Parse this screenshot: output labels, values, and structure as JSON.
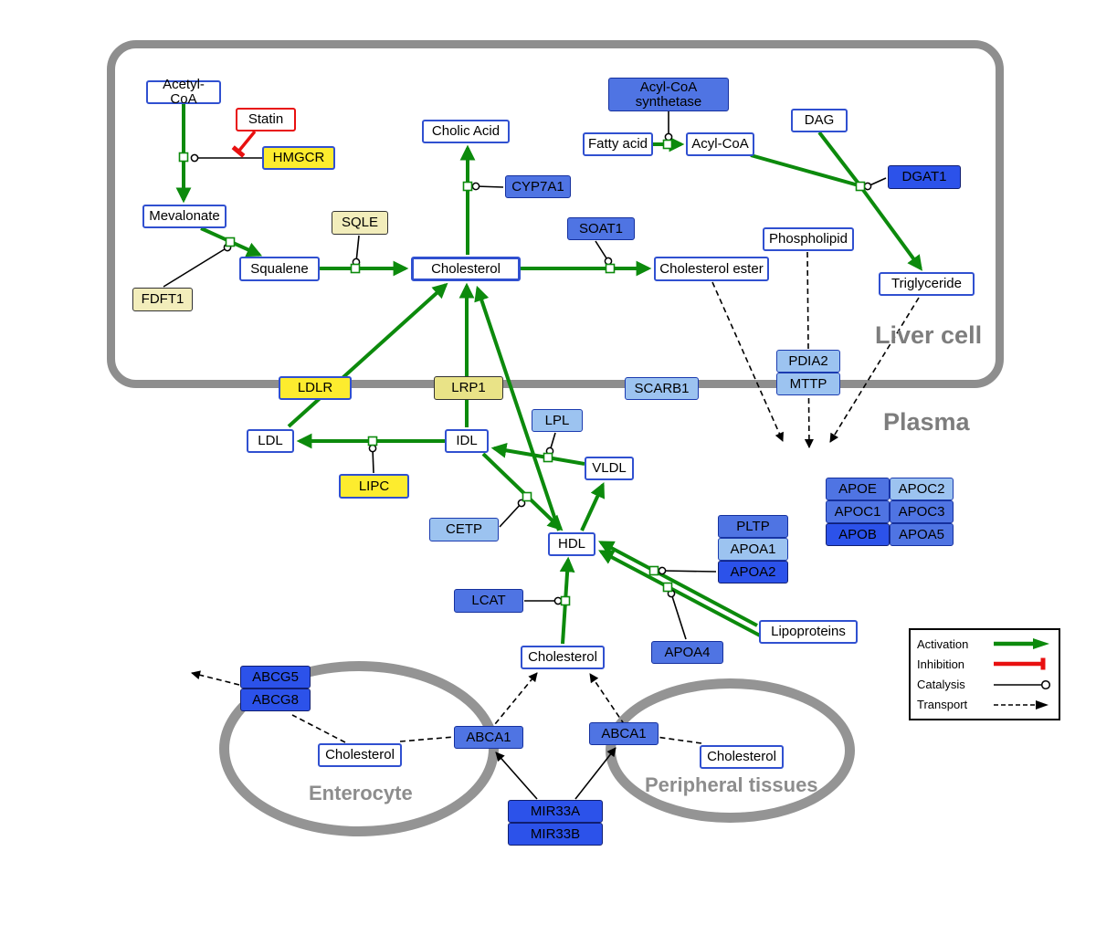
{
  "compartments": {
    "liver_label": "Liver cell",
    "plasma_label": "Plasma",
    "enterocyte_label": "Enterocyte",
    "peripheral_label": "Peripheral tissues"
  },
  "nodes": {
    "acetyl_coa": "Acetyl-CoA",
    "statin": "Statin",
    "hmgcr": "HMGCR",
    "mevalonate": "Mevalonate",
    "sqle": "SQLE",
    "fdft1": "FDFT1",
    "squalene": "Squalene",
    "cholesterol_liver": "Cholesterol",
    "cholic_acid": "Cholic Acid",
    "cyp7a1": "CYP7A1",
    "soat1": "SOAT1",
    "cholesterol_ester": "Cholesterol ester",
    "acyl_coa_synthetase": "Acyl-CoA synthetase",
    "fatty_acid": "Fatty acid",
    "acyl_coa": "Acyl-CoA",
    "dag": "DAG",
    "dgat1": "DGAT1",
    "phospholipid": "Phospholipid",
    "triglyceride": "Triglyceride",
    "pdia2": "PDIA2",
    "mttp": "MTTP",
    "ldlr": "LDLR",
    "lrp1": "LRP1",
    "scarb1": "SCARB1",
    "ldl": "LDL",
    "idl": "IDL",
    "lpl": "LPL",
    "vldl": "VLDL",
    "lipc": "LIPC",
    "cetp": "CETP",
    "hdl": "HDL",
    "lcat": "LCAT",
    "pltp": "PLTP",
    "apoa1": "APOA1",
    "apoa2": "APOA2",
    "apoa4": "APOA4",
    "lipoproteins": "Lipoproteins",
    "apoe": "APOE",
    "apoc2": "APOC2",
    "apoc1": "APOC1",
    "apoc3": "APOC3",
    "apob": "APOB",
    "apoa5": "APOA5",
    "cholesterol_plasma": "Cholesterol",
    "abcg5": "ABCG5",
    "abcg8": "ABCG8",
    "cholesterol_enterocyte": "Cholesterol",
    "abca1_enterocyte": "ABCA1",
    "abca1_peripheral": "ABCA1",
    "cholesterol_peripheral": "Cholesterol",
    "mir33a": "MIR33A",
    "mir33b": "MIR33B"
  },
  "legend": {
    "activation": "Activation",
    "inhibition": "Inhibition",
    "catalysis": "Catalysis",
    "transport": "Transport"
  },
  "colors": {
    "activation_green": "#0c8a0c",
    "inhibition_red": "#e81010",
    "metabolite_border_blue": "#3050d0",
    "enzyme_yellow": "#fdec2e",
    "enzyme_pale_yellow": "#f2edbb",
    "enzyme_light_blue": "#9cc3f0",
    "enzyme_medium_blue": "#4f74e3",
    "enzyme_dark_blue": "#2c52ea",
    "membrane_gray": "#8e8e8e"
  },
  "interactions": [
    {
      "source": "Acetyl-CoA",
      "target": "Mevalonate",
      "type": "conversion",
      "catalyst": "HMGCR",
      "inhibitor": "Statin"
    },
    {
      "source": "Mevalonate",
      "target": "Squalene",
      "type": "conversion",
      "catalyst": "FDFT1"
    },
    {
      "source": "Squalene",
      "target": "Cholesterol",
      "type": "conversion",
      "catalyst": "SQLE"
    },
    {
      "source": "Cholesterol",
      "target": "Cholic Acid",
      "type": "conversion",
      "catalyst": "CYP7A1"
    },
    {
      "source": "Cholesterol",
      "target": "Cholesterol ester",
      "type": "conversion",
      "catalyst": "SOAT1"
    },
    {
      "source": "Fatty acid",
      "target": "Acyl-CoA",
      "type": "conversion",
      "catalyst": "Acyl-CoA synthetase"
    },
    {
      "source": "Acyl-CoA + DAG",
      "target": "Triglyceride",
      "type": "conversion",
      "catalyst": "DGAT1"
    },
    {
      "source": "LDL",
      "target": "Cholesterol",
      "type": "conversion",
      "via": "LDLR"
    },
    {
      "source": "IDL",
      "target": "Cholesterol",
      "type": "conversion",
      "via": "LRP1"
    },
    {
      "source": "HDL",
      "target": "Cholesterol",
      "type": "conversion",
      "via": "LRP1"
    },
    {
      "source": "VLDL",
      "target": "IDL",
      "type": "conversion",
      "catalyst": "LPL"
    },
    {
      "source": "IDL",
      "target": "LDL",
      "type": "conversion",
      "catalyst": "LIPC"
    },
    {
      "source": "IDL",
      "target": "HDL",
      "type": "conversion",
      "catalyst": "CETP"
    },
    {
      "source": "HDL",
      "target": "VLDL",
      "type": "conversion"
    },
    {
      "source": "Lipoproteins",
      "target": "HDL",
      "type": "conversion",
      "catalyst": "PLTP/APOA1/APOA2"
    },
    {
      "source": "Lipoproteins",
      "target": "HDL",
      "type": "conversion",
      "catalyst": "APOA4"
    },
    {
      "source": "Cholesterol (plasma)",
      "target": "HDL",
      "type": "conversion",
      "catalyst": "LCAT"
    },
    {
      "source": "Cholesterol ester",
      "target": "plasma",
      "type": "transport"
    },
    {
      "source": "Phospholipid",
      "target": "plasma",
      "type": "transport",
      "via": "PDIA2/MTTP"
    },
    {
      "source": "Triglyceride",
      "target": "plasma",
      "type": "transport"
    },
    {
      "source": "Cholesterol (enterocyte)",
      "target": "outside enterocyte",
      "type": "transport",
      "via": "ABCG5/ABCG8"
    },
    {
      "source": "Cholesterol (enterocyte)",
      "target": "Cholesterol (plasma)",
      "type": "transport",
      "via": "ABCA1"
    },
    {
      "source": "Cholesterol (peripheral)",
      "target": "Cholesterol (plasma)",
      "type": "transport",
      "via": "ABCA1"
    },
    {
      "source": "MIR33A/MIR33B",
      "target": "ABCA1",
      "type": "regulation"
    }
  ]
}
